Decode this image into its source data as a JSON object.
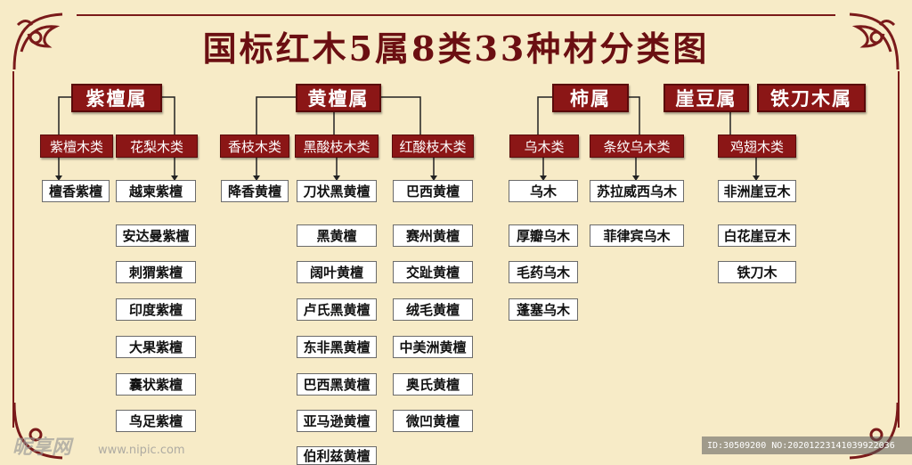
{
  "title": "国标红木5属8类33种材分类图",
  "colors": {
    "accent": "#8b1616",
    "background": "#f7ebc7",
    "title": "#6b0f12"
  },
  "genera": [
    {
      "label": "紫檀属"
    },
    {
      "label": "黄檀属"
    },
    {
      "label": "柿属"
    },
    {
      "label": "崖豆属"
    },
    {
      "label": "铁刀木属"
    }
  ],
  "categories": [
    {
      "label": "紫檀木类",
      "species": [
        "檀香紫檀"
      ]
    },
    {
      "label": "花梨木类",
      "species": [
        "越柬紫檀",
        "安达曼紫檀",
        "刺猬紫檀",
        "印度紫檀",
        "大果紫檀",
        "囊状紫檀",
        "鸟足紫檀"
      ]
    },
    {
      "label": "香枝木类",
      "species": [
        "降香黄檀"
      ]
    },
    {
      "label": "黑酸枝木类",
      "species": [
        "刀状黑黄檀",
        "黑黄檀",
        "阔叶黄檀",
        "卢氏黑黄檀",
        "东非黑黄檀",
        "巴西黑黄檀",
        "亚马逊黄檀",
        "伯利兹黄檀"
      ]
    },
    {
      "label": "红酸枝木类",
      "species": [
        "巴西黄檀",
        "赛州黄檀",
        "交趾黄檀",
        "绒毛黄檀",
        "中美洲黄檀",
        "奥氏黄檀",
        "微凹黄檀"
      ]
    },
    {
      "label": "乌木类",
      "species": [
        "乌木",
        "厚瓣乌木",
        "毛药乌木",
        "蓬塞乌木"
      ]
    },
    {
      "label": "条纹乌木类",
      "species": [
        "苏拉威西乌木",
        "菲律宾乌木"
      ]
    },
    {
      "label": "鸡翅木类",
      "species": [
        "非洲崖豆木",
        "白花崖豆木",
        "铁刀木"
      ]
    }
  ],
  "watermark": {
    "brand": "昵享网",
    "url": "www.nipic.com",
    "stamp": "ID:30509200 NO:20201223141039922036"
  }
}
